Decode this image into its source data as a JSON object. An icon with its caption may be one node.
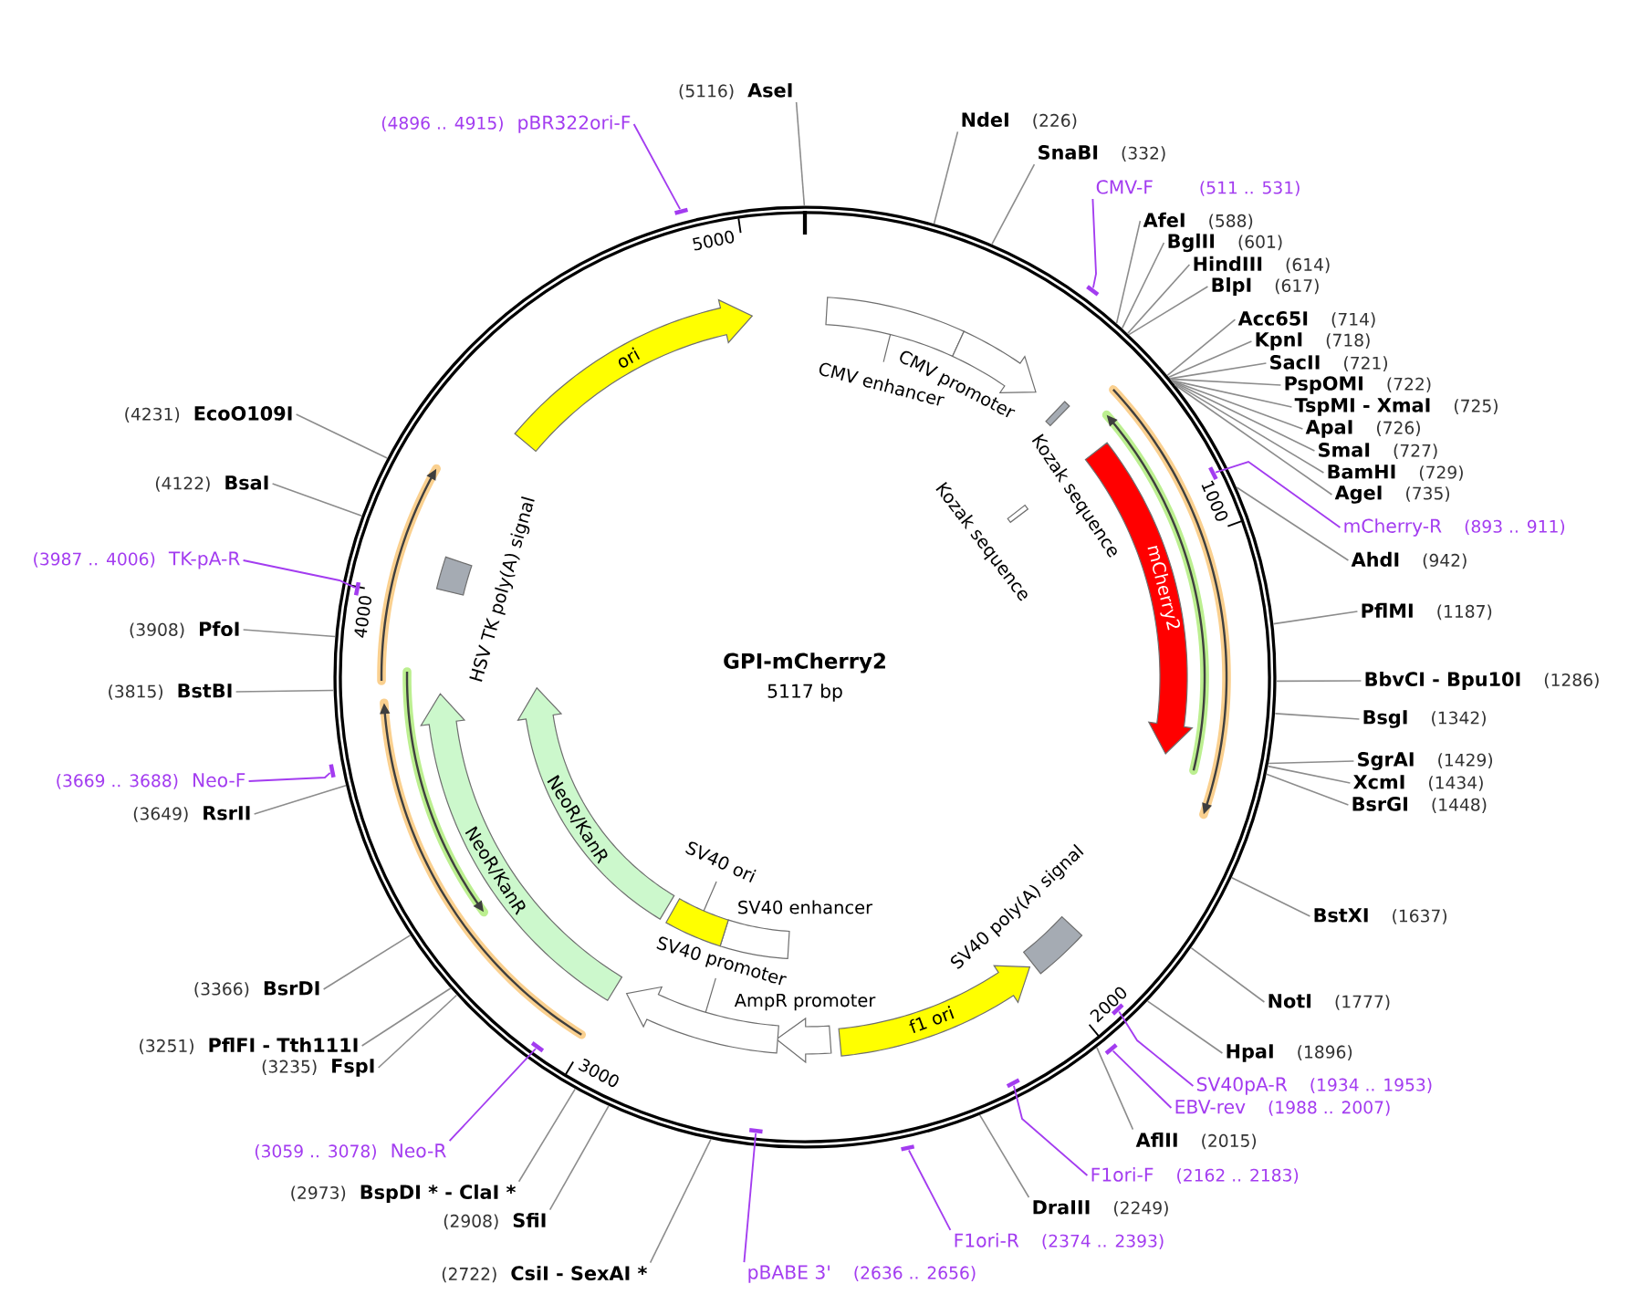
{
  "diagram": {
    "nodes": [
      {
        "text": [
          "GPI-mCherry2",
          "5117 bp"
        ]
      },
      {
        "text": [
          "CMV enhancer"
        ],
        "in": 0
      },
      {
        "text": [
          "CMV promoter"
        ],
        "in": 0
      },
      {
        "text": [
          "Kozak sequence"
        ],
        "in": 0
      },
      {
        "text": [
          "Kozak sequence"
        ],
        "in": 0
      },
      {
        "text": [
          "mCherry2"
        ],
        "in": 0
      },
      {
        "text": [
          "SV40 poly(A) signal"
        ],
        "in": 0
      },
      {
        "text": [
          "f1 ori"
        ],
        "in": 0
      },
      {
        "text": [
          "AmpR promoter"
        ],
        "in": 0
      },
      {
        "text": [
          "SV40 promoter"
        ],
        "in": 0
      },
      {
        "text": [
          "SV40 enhancer"
        ],
        "in": 0
      },
      {
        "text": [
          "SV40 ori"
        ],
        "in": 0
      },
      {
        "text": [
          "NeoR/KanR"
        ],
        "in": 0
      },
      {
        "text": [
          "NeoR/KanR"
        ],
        "in": 0
      },
      {
        "text": [
          "HSV TK poly(A) signal"
        ],
        "in": 0
      },
      {
        "text": [
          "ori"
        ],
        "in": 0
      },
      {
        "text": [
          "NdeI",
          "(226)"
        ]
      },
      {
        "text": [
          "SnaBI",
          "(332)"
        ]
      },
      {
        "text": [
          "CMV-F",
          "(511 .. 531)"
        ]
      },
      {
        "text": [],
        "shape": "bar"
      },
      {
        "text": [
          "AfeI",
          "(588)"
        ]
      },
      {
        "text": [
          "BglII",
          "(601)"
        ]
      },
      {
        "text": [
          "HindIII",
          "(614)"
        ]
      },
      {
        "text": [
          "BlpI",
          "(617)"
        ]
      },
      {
        "text": [
          "Acc65I",
          "(714)"
        ]
      },
      {
        "text": [
          "KpnI",
          "(718)"
        ]
      },
      {
        "text": [
          "SacII",
          "(721)"
        ]
      },
      {
        "text": [
          "PspOMI",
          "(722)"
        ]
      },
      {
        "text": [
          "TspMI - XmaI",
          "(725)"
        ]
      },
      {
        "text": [
          "ApaI",
          "(726)"
        ]
      },
      {
        "text": [
          "SmaI",
          "(727)"
        ]
      },
      {
        "text": [
          "BamHI",
          "(729)"
        ]
      },
      {
        "text": [
          "AgeI",
          "(735)"
        ]
      },
      {
        "text": [
          "mCherry-R",
          "(893 .. 911)"
        ]
      },
      {
        "text": [],
        "shape": "bar",
        "in": 0
      },
      {
        "text": [
          "AhdI",
          "(942)"
        ]
      },
      {
        "text": [
          "PflMI",
          "(1187)"
        ]
      },
      {
        "text": [
          "BbvCI - Bpu10I",
          "(1286)"
        ]
      },
      {
        "text": [
          "BsgI",
          "(1342)"
        ]
      },
      {
        "text": [
          "SgrAI",
          "(1429)"
        ]
      },
      {
        "text": [
          "XcmI",
          "(1434)"
        ]
      },
      {
        "text": [
          "BsrGI",
          "(1448)"
        ]
      },
      {
        "text": [
          "BstXI",
          "(1637)"
        ]
      },
      {
        "text": [
          "NotI",
          "(1777)"
        ]
      },
      {
        "text": [
          "HpaI",
          "(1896)"
        ]
      },
      {
        "text": [
          "SV40pA-R",
          "(1934 .. 1953)"
        ]
      },
      {
        "text": [],
        "shape": "bar",
        "in": 0
      },
      {
        "text": [
          "EBV-rev",
          "(1988 .. 2007)"
        ]
      },
      {
        "text": [],
        "shape": "bar"
      },
      {
        "text": [
          "AflII",
          "(2015)"
        ]
      },
      {
        "text": [
          "F1ori-F",
          "(2162 .. 2183)"
        ]
      },
      {
        "text": [],
        "shape": "bar",
        "in": 0
      },
      {
        "text": [
          "DraIII",
          "(2249)"
        ]
      },
      {
        "text": [
          "F1ori-R",
          "(2374 .. 2393)"
        ]
      },
      {
        "text": [],
        "shape": "bar"
      },
      {
        "text": [
          "pBABE 3'",
          "(2636 .. 2656)"
        ]
      },
      {
        "text": [],
        "shape": "bar",
        "in": 0
      },
      {
        "text": [
          "(2722)",
          "CsiI - SexAI *"
        ]
      },
      {
        "text": [
          "(2908)",
          "SfiI"
        ]
      },
      {
        "text": [
          "(2973)",
          "BspDI * - ClaI *"
        ]
      },
      {
        "text": [
          "(3059 .. 3078)",
          "Neo-R"
        ]
      },
      {
        "text": [],
        "shape": "bar",
        "in": 0
      },
      {
        "text": [
          "(3235)",
          "FspI"
        ]
      },
      {
        "text": [
          "(3251)",
          "PflFI - Tth111I"
        ]
      },
      {
        "text": [
          "(3366)",
          "BsrDI"
        ]
      },
      {
        "text": [
          "(3649)",
          "RsrII"
        ]
      },
      {
        "text": [
          "(3669 .. 3688)",
          "Neo-F"
        ]
      },
      {
        "text": [],
        "shape": "bar"
      },
      {
        "text": [
          "(3815)",
          "BstBI"
        ]
      },
      {
        "text": [
          "(3908)",
          "PfoI"
        ]
      },
      {
        "text": [
          "(3987 .. 4006)",
          "TK-pA-R"
        ]
      },
      {
        "text": [],
        "shape": "bar",
        "in": 0
      },
      {
        "text": [
          "(4122)",
          "BsaI"
        ]
      },
      {
        "text": [
          "(4231)",
          "EcoO109I"
        ]
      },
      {
        "text": [
          "(4896 .. 4915)",
          "pBR322ori-F"
        ]
      },
      {
        "text": [],
        "shape": "bar"
      },
      {
        "text": [
          "(5116)",
          "AseI"
        ]
      }
    ],
    "edges": [
      {
        "from": 16,
        "to": 0,
        "arrow": "none"
      },
      {
        "from": 17,
        "to": 0,
        "arrow": "none"
      },
      {
        "from": 18,
        "to": 19,
        "arrow": "none",
        "color": "#a33cf0"
      },
      {
        "from": 20,
        "to": 0,
        "arrow": "none"
      },
      {
        "from": 21,
        "to": 0,
        "arrow": "none"
      },
      {
        "from": 22,
        "to": 0,
        "arrow": "none"
      },
      {
        "from": 23,
        "to": 0,
        "arrow": "none"
      },
      {
        "from": 24,
        "to": 0,
        "arrow": "none"
      },
      {
        "from": 25,
        "to": 0,
        "arrow": "none"
      },
      {
        "from": 26,
        "to": 0,
        "arrow": "none"
      },
      {
        "from": 27,
        "to": 0,
        "arrow": "none"
      },
      {
        "from": 28,
        "to": 0,
        "arrow": "none"
      },
      {
        "from": 29,
        "to": 0,
        "arrow": "none"
      },
      {
        "from": 30,
        "to": 0,
        "arrow": "none"
      },
      {
        "from": 31,
        "to": 0,
        "arrow": "none"
      },
      {
        "from": 32,
        "to": 0,
        "arrow": "none"
      },
      {
        "from": 33,
        "to": 34,
        "arrow": "none",
        "color": "#a33cf0"
      },
      {
        "from": 35,
        "to": 0,
        "arrow": "none"
      },
      {
        "from": 36,
        "to": 0,
        "arrow": "none"
      },
      {
        "from": 37,
        "to": 0,
        "arrow": "none"
      },
      {
        "from": 38,
        "to": 0,
        "arrow": "none"
      },
      {
        "from": 39,
        "to": 0,
        "arrow": "none"
      },
      {
        "from": 40,
        "to": 0,
        "arrow": "none"
      },
      {
        "from": 41,
        "to": 0,
        "arrow": "none"
      },
      {
        "from": 42,
        "to": 0,
        "arrow": "none"
      },
      {
        "from": 43,
        "to": 0,
        "arrow": "none"
      },
      {
        "from": 44,
        "to": 0,
        "arrow": "none"
      },
      {
        "from": 45,
        "to": 46,
        "arrow": "none",
        "color": "#a33cf0"
      },
      {
        "from": 47,
        "to": 48,
        "arrow": "none",
        "color": "#a33cf0"
      },
      {
        "from": 49,
        "to": 0,
        "arrow": "none"
      },
      {
        "from": 50,
        "to": 51,
        "arrow": "none",
        "color": "#a33cf0"
      },
      {
        "from": 52,
        "to": 0,
        "arrow": "none"
      },
      {
        "from": 53,
        "to": 54,
        "arrow": "none",
        "color": "#a33cf0"
      },
      {
        "from": 55,
        "to": 56,
        "arrow": "none",
        "color": "#a33cf0"
      },
      {
        "from": 57,
        "to": 0,
        "arrow": "none"
      },
      {
        "from": 58,
        "to": 0,
        "arrow": "none"
      },
      {
        "from": 59,
        "to": 0,
        "arrow": "none"
      },
      {
        "from": 60,
        "to": 61,
        "arrow": "none",
        "color": "#a33cf0"
      },
      {
        "from": 62,
        "to": 0,
        "arrow": "none"
      },
      {
        "from": 63,
        "to": 0,
        "arrow": "none"
      },
      {
        "from": 64,
        "to": 0,
        "arrow": "none"
      },
      {
        "from": 65,
        "to": 0,
        "arrow": "none"
      },
      {
        "from": 66,
        "to": 67,
        "arrow": "none",
        "color": "#a33cf0"
      },
      {
        "from": 68,
        "to": 0,
        "arrow": "none"
      },
      {
        "from": 69,
        "to": 0,
        "arrow": "none"
      },
      {
        "from": 70,
        "to": 71,
        "arrow": "none",
        "color": "#a33cf0"
      },
      {
        "from": 72,
        "to": 0,
        "arrow": "none"
      },
      {
        "from": 73,
        "to": 0,
        "arrow": "none"
      },
      {
        "from": 74,
        "to": 75,
        "arrow": "none",
        "color": "#a33cf0"
      },
      {
        "from": 76,
        "to": 0,
        "arrow": "none"
      }
    ],
    "labels": [
      "1000",
      "2000",
      "3000",
      "4000",
      "5000"
    ]
  }
}
